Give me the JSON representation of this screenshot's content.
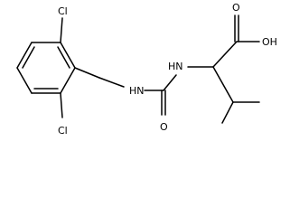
{
  "structure": {
    "labels": {
      "cl_top": "Cl",
      "cl_bottom": "Cl",
      "nh_benzyl": "HN",
      "nh_alpha": "HN",
      "carbonyl_o": "O",
      "acid_oh": "OH",
      "acid_o": "O"
    }
  }
}
